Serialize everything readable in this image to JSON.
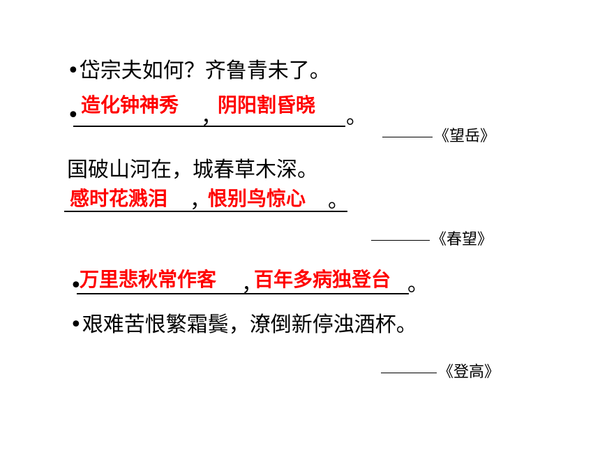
{
  "poem1": {
    "line1": "•岱宗夫如何？齐鲁青未了。",
    "bullet": "•",
    "answer1": "造化钟神秀",
    "comma": "，",
    "answer2": "阴阳割昏晓",
    "period": "。",
    "source": "《望岳》"
  },
  "poem2": {
    "line1": "国破山河在，城春草木深。",
    "answer1": "感时花溅泪",
    "comma": "，",
    "answer2": "恨别鸟惊心",
    "period": "。",
    "source": "《春望》"
  },
  "poem3": {
    "bullet": "•",
    "answer1": "万里悲秋常作客",
    "comma": "，",
    "answer2": "百年多病独登台",
    "period": "。",
    "line2": "•艰难苦恨繁霜鬓，潦倒新停浊酒杯。",
    "source": "《登高》"
  },
  "colors": {
    "answer": "#ff0000",
    "text": "#000000"
  }
}
